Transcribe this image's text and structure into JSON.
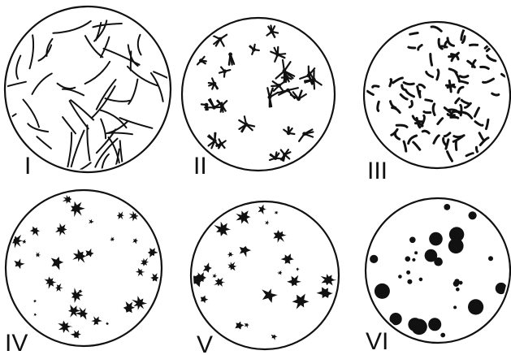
{
  "colors": {
    "ink": "#111111",
    "background": "#ffffff"
  },
  "panels": [
    {
      "label": "I",
      "pattern": "long-filaments"
    },
    {
      "label": "II",
      "pattern": "branched-star-clusters"
    },
    {
      "label": "III",
      "pattern": "short-curled-rods"
    },
    {
      "label": "IV",
      "pattern": "medium-irregular-clumps"
    },
    {
      "label": "V",
      "pattern": "sparse-irregular-clumps"
    },
    {
      "label": "VI",
      "pattern": "round-dots"
    }
  ]
}
